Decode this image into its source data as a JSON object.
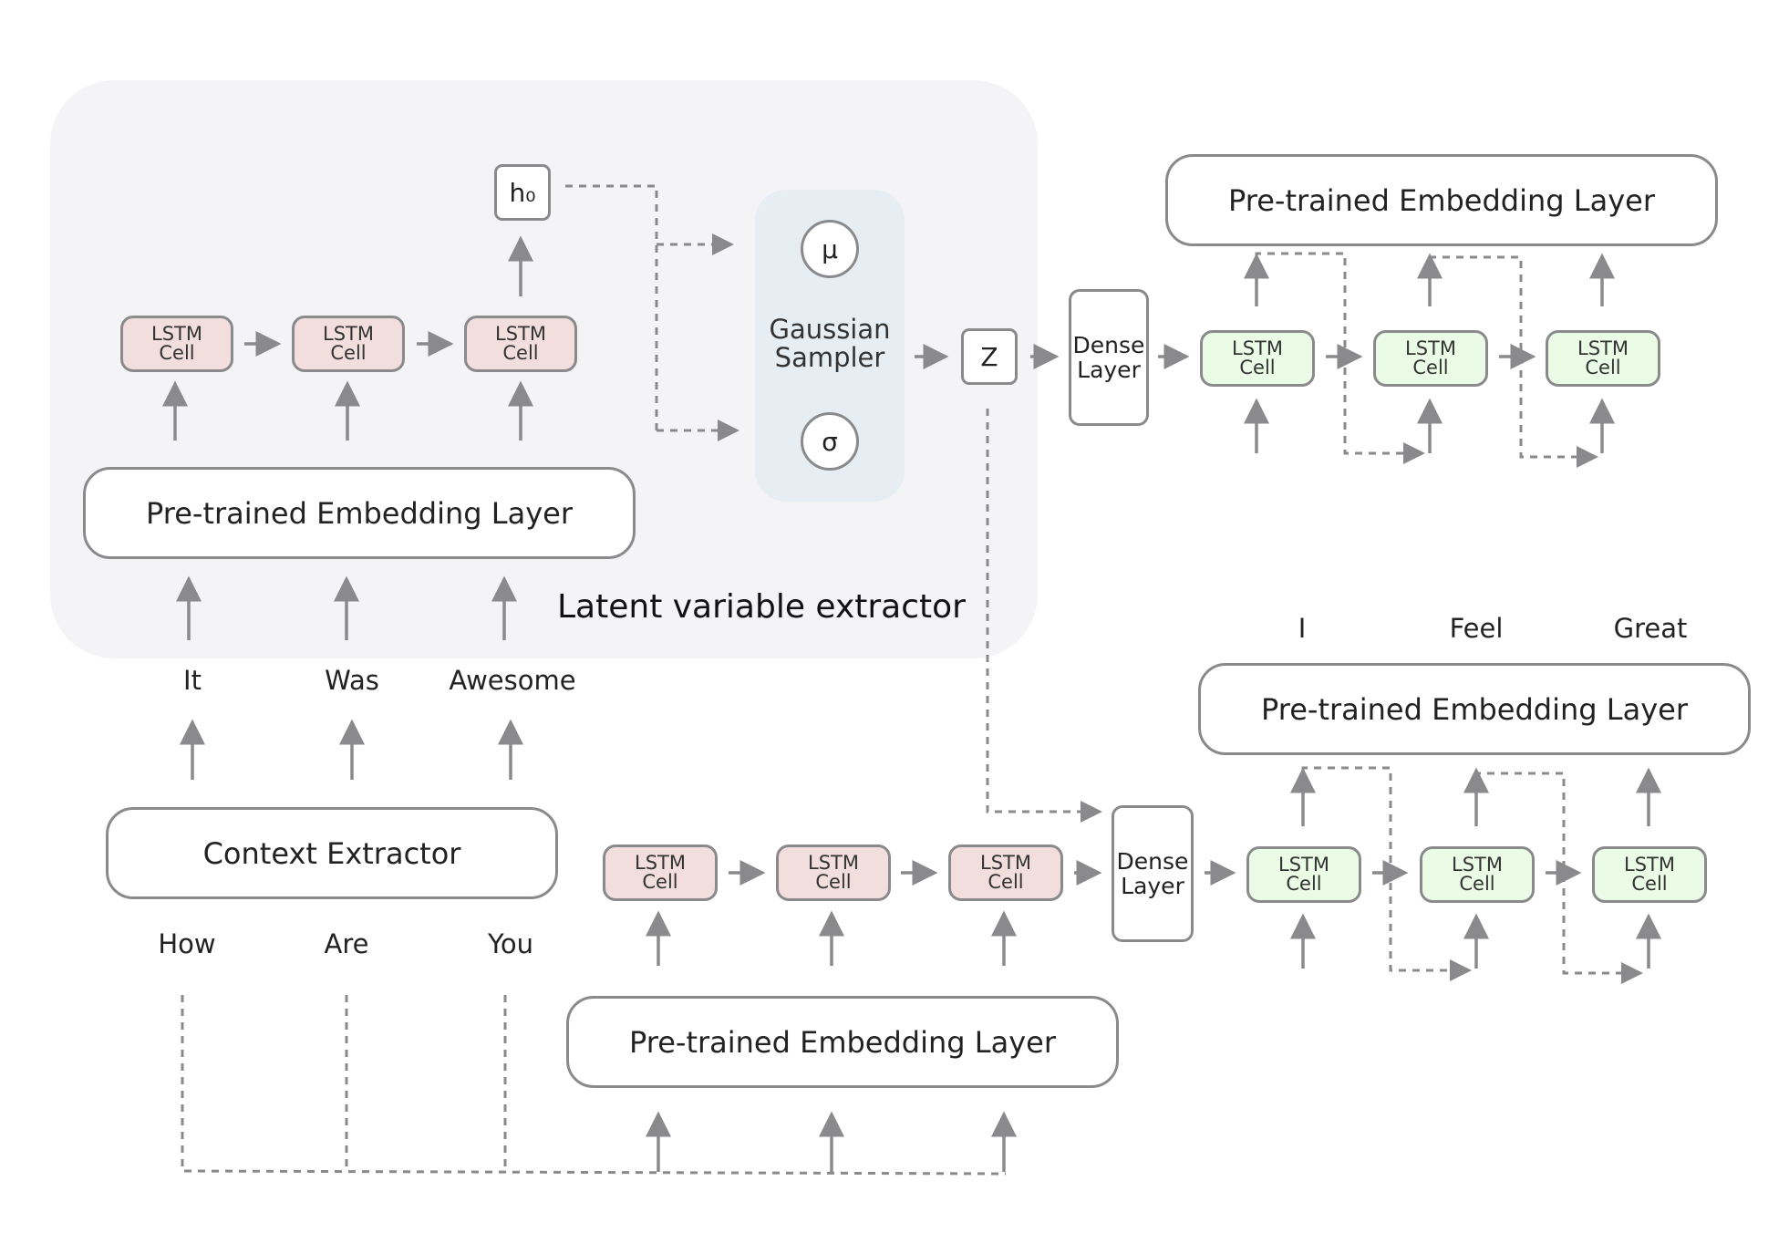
{
  "region_title": "Latent variable extractor",
  "embedding_label": "Pre-trained Embedding Layer",
  "context_extractor": "Context Extractor",
  "lstm_label": "LSTM\nCell",
  "dense_label": "Dense\nLayer",
  "h0_label": "h₀",
  "z_label": "Z",
  "sampler": {
    "label": "Gaussian\nSampler",
    "mu": "μ",
    "sigma": "σ"
  },
  "latent_words": [
    "It",
    "Was",
    "Awesome"
  ],
  "context_words": [
    "How",
    "Are",
    "You"
  ],
  "output_words": [
    "I",
    "Feel",
    "Great"
  ],
  "colors": {
    "box_border": "#8a8a8c",
    "arrow": "#8a8a8c",
    "encoder_cell": "#f3dede",
    "decoder_cell": "#eafbe6",
    "region_bg": "#f4f4f7",
    "sampler_bg": "#e6eef4"
  }
}
